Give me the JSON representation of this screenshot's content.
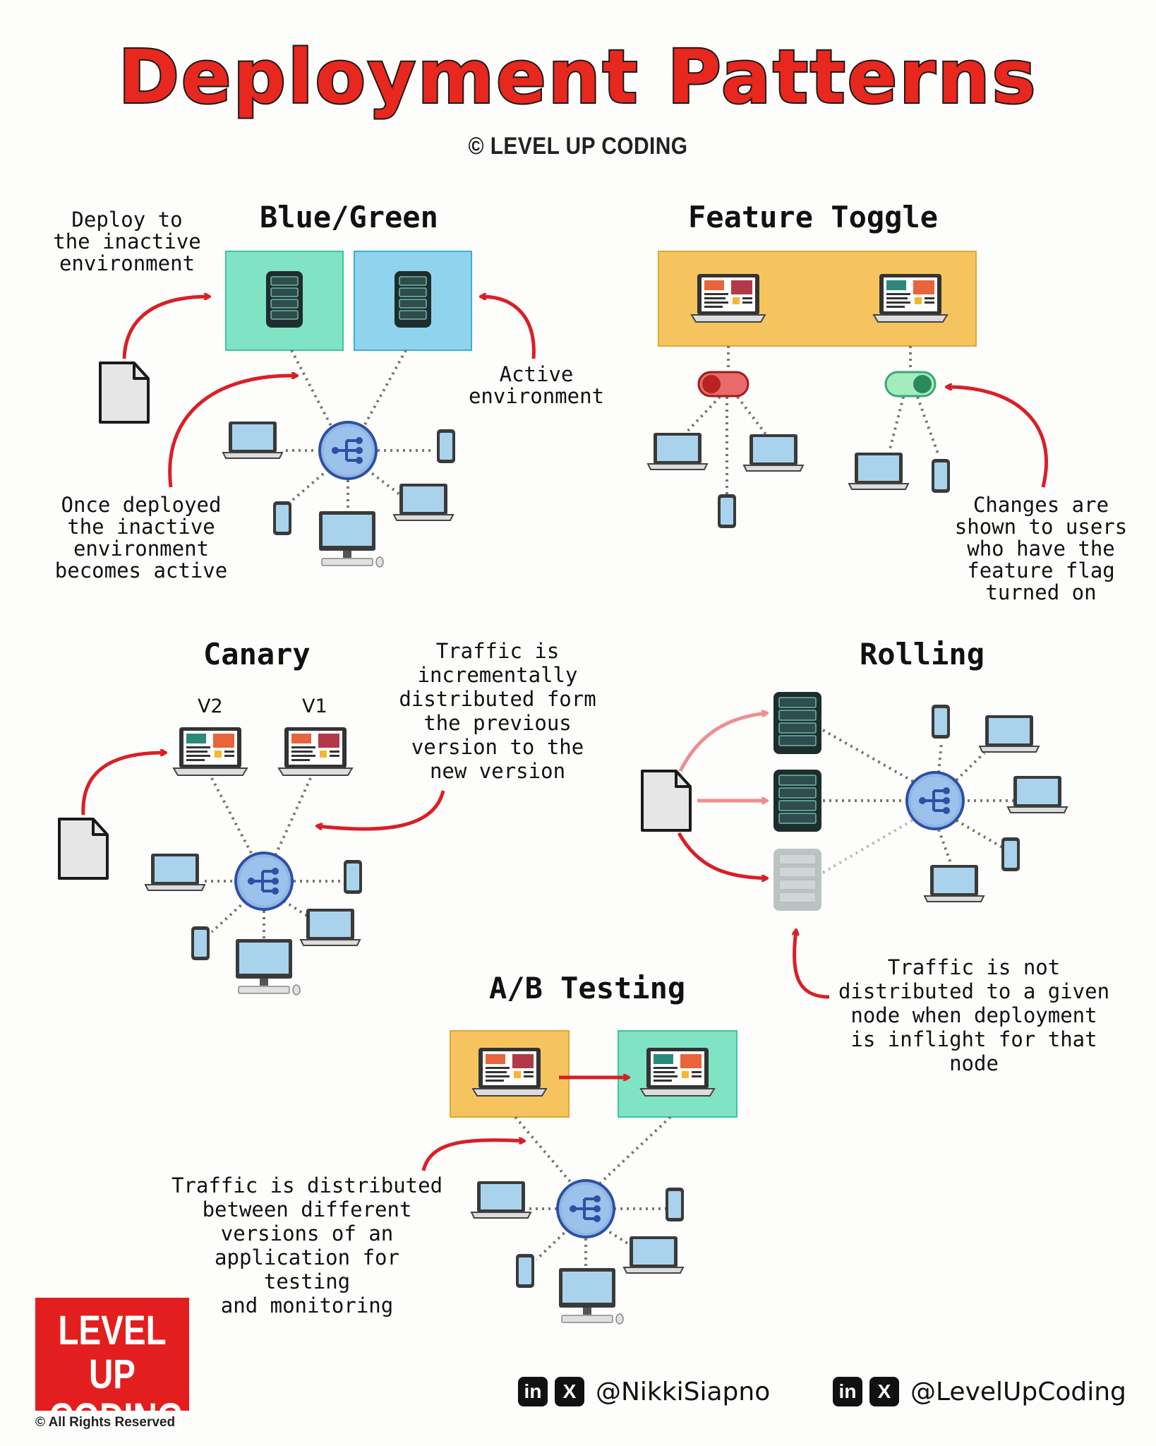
{
  "title": "Deployment Patterns",
  "copyright": "© LEVEL UP CODING",
  "sections": {
    "blue_green": {
      "title": "Blue/Green",
      "note_deploy": "Deploy to\nthe inactive\nenvironment",
      "note_active": "Active\nenvironment",
      "note_once": "Once deployed\nthe inactive\nenvironment\nbecomes active"
    },
    "feature_toggle": {
      "title": "Feature Toggle",
      "note_changes": "Changes are\nshown to users\nwho have the\nfeature flag\nturned on"
    },
    "canary": {
      "title": "Canary",
      "label_v2": "V2",
      "label_v1": "V1",
      "note_traffic": "Traffic is\nincrementally\ndistributed form\nthe previous\nversion to the\nnew version"
    },
    "rolling": {
      "title": "Rolling",
      "note_traffic": "Traffic is not\ndistributed to a given\nnode when deployment\nis inflight for that\nnode"
    },
    "ab_testing": {
      "title": "A/B Testing",
      "note_traffic": "Traffic is distributed\nbetween different\nversions of an\napplication for testing\nand monitoring"
    }
  },
  "branding": {
    "box_line1": "LEVEL UP",
    "box_line2": "CODING",
    "rights": "© All Rights Reserved",
    "linkedin_icon_text": "in",
    "x_icon_text": "X",
    "handle_author": "@NikkiSiapno",
    "handle_brand": "@LevelUpCoding"
  },
  "colors": {
    "accent_red": "#e31e1e",
    "green_env": "#7fe3c4",
    "blue_env": "#8fd4ec",
    "yellow_env": "#f5c45e",
    "hub": "#8fb7e6",
    "hub_icon": "#2e4fa3",
    "toggle_off": "#e05555",
    "toggle_on": "#7fe0a6"
  }
}
